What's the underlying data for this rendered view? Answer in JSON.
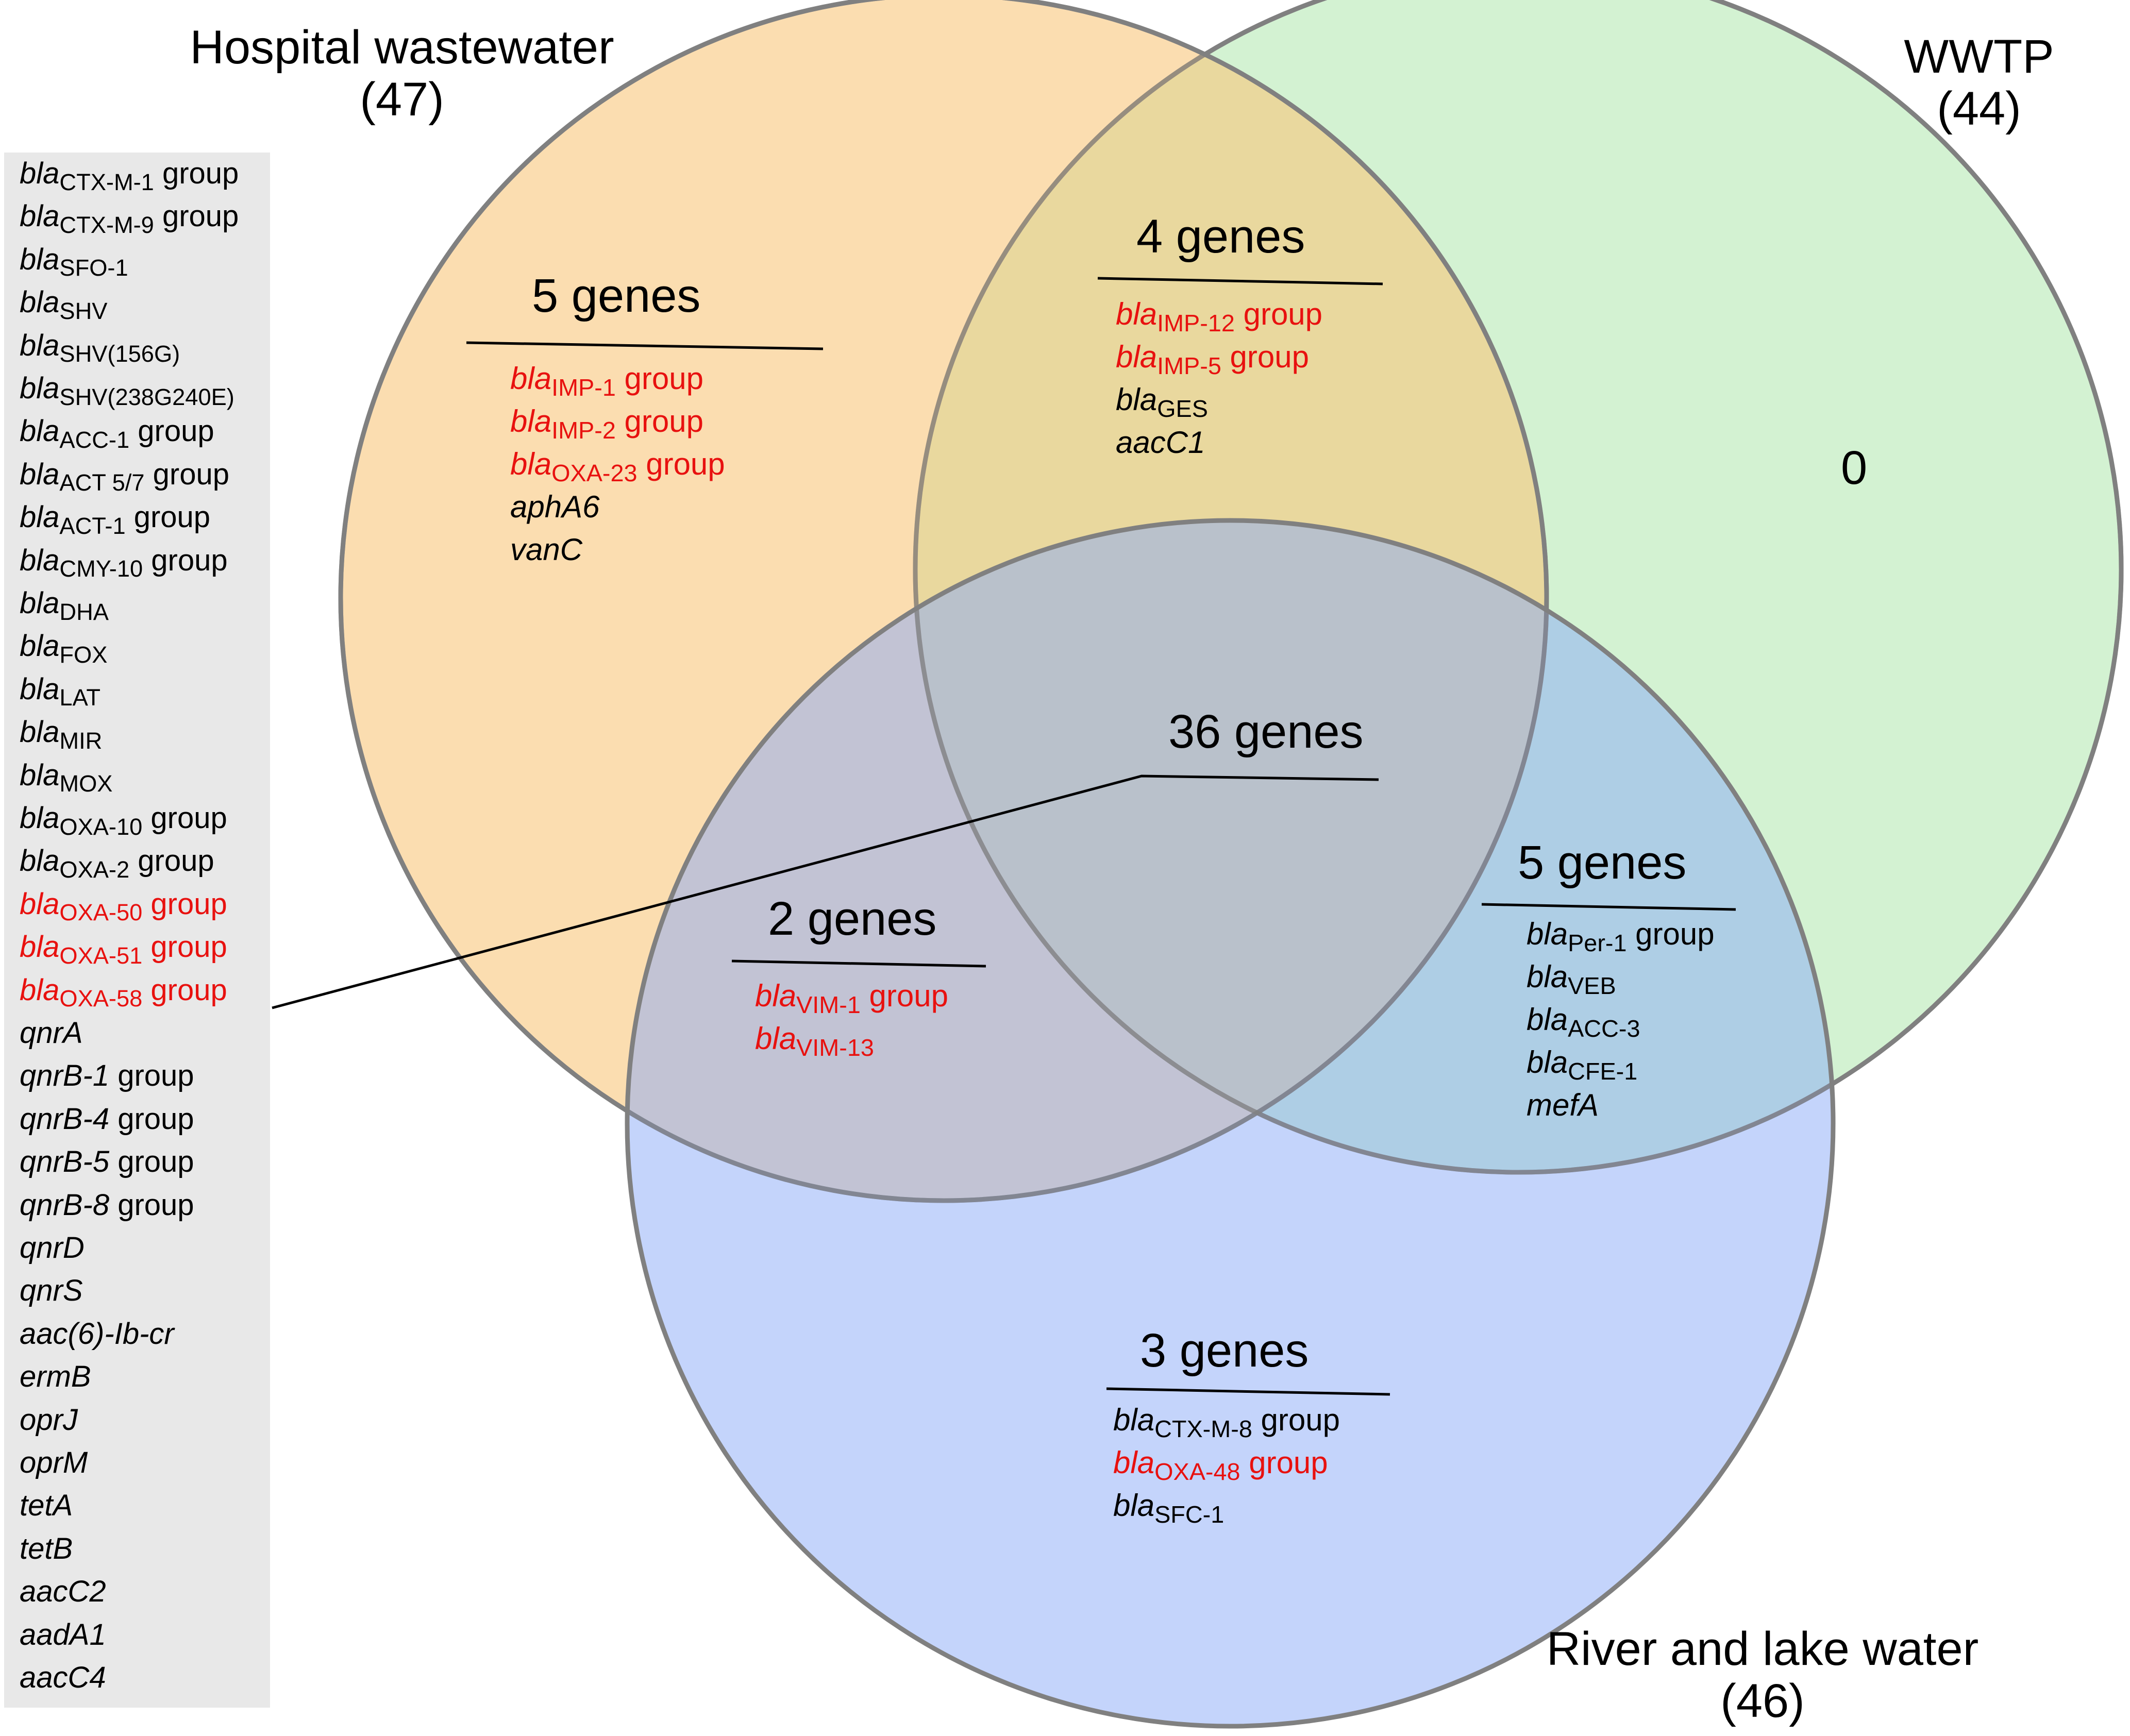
{
  "sets": {
    "hospital": {
      "name": "Hospital wastewater",
      "count": "(47)",
      "color": "#f9c77c"
    },
    "wwtp": {
      "name": "WWTP",
      "count": "(44)",
      "color": "#a8e6a5"
    },
    "river": {
      "name": "River and lake water",
      "count": "(46)",
      "color": "#8aaaf8"
    }
  },
  "colors": {
    "highlight": "#e8110f",
    "outline": "#808080",
    "sidebar_bg": "#e8e8e8"
  },
  "regions": {
    "hospital_only": {
      "heading": "5 genes",
      "genes": [
        {
          "base": "bla",
          "sub": "IMP-1",
          "suffix": " group",
          "red": true
        },
        {
          "base": "bla",
          "sub": "IMP-2",
          "suffix": " group",
          "red": true
        },
        {
          "base": "bla",
          "sub": "OXA-23",
          "suffix": " group",
          "red": true
        },
        {
          "base": "aphA6",
          "sub": "",
          "suffix": "",
          "red": false
        },
        {
          "base": "vanC",
          "sub": "",
          "suffix": "",
          "red": false
        }
      ]
    },
    "hospital_wwtp": {
      "heading": "4 genes",
      "genes": [
        {
          "base": "bla",
          "sub": "IMP-12",
          "suffix": " group",
          "red": true
        },
        {
          "base": "bla",
          "sub": "IMP-5",
          "suffix": " group",
          "red": true
        },
        {
          "base": "bla",
          "sub": "GES",
          "suffix": "",
          "red": false
        },
        {
          "base": "aacC1",
          "sub": "",
          "suffix": "",
          "red": false
        }
      ]
    },
    "wwtp_only": {
      "heading": "0"
    },
    "all_three": {
      "heading": "36 genes"
    },
    "hospital_river": {
      "heading": "2 genes",
      "genes": [
        {
          "base": "bla",
          "sub": "VIM-1",
          "suffix": " group",
          "red": true
        },
        {
          "base": "bla",
          "sub": "VIM-13",
          "suffix": "",
          "red": true
        }
      ]
    },
    "wwtp_river": {
      "heading": "5 genes",
      "genes": [
        {
          "base": "bla",
          "sub": "Per-1",
          "suffix": " group",
          "red": false
        },
        {
          "base": "bla",
          "sub": "VEB",
          "suffix": "",
          "red": false
        },
        {
          "base": "bla",
          "sub": "ACC-3",
          "suffix": "",
          "red": false
        },
        {
          "base": "bla",
          "sub": "CFE-1",
          "suffix": "",
          "red": false
        },
        {
          "base": "mefA",
          "sub": "",
          "suffix": "",
          "red": false
        }
      ]
    },
    "river_only": {
      "heading": "3 genes",
      "genes": [
        {
          "base": "bla",
          "sub": "CTX-M-8",
          "suffix": " group",
          "red": false
        },
        {
          "base": "bla",
          "sub": "OXA-48",
          "suffix": " group",
          "red": true
        },
        {
          "base": "bla",
          "sub": "SFC-1",
          "suffix": "",
          "red": false
        }
      ]
    }
  },
  "shared_list": [
    {
      "base": "bla",
      "sub": "CTX-M-1",
      "suffix": " group",
      "red": false
    },
    {
      "base": "bla",
      "sub": "CTX-M-9",
      "suffix": " group",
      "red": false
    },
    {
      "base": "bla",
      "sub": "SFO-1",
      "suffix": "",
      "red": false
    },
    {
      "base": "bla",
      "sub": "SHV",
      "suffix": "",
      "red": false
    },
    {
      "base": "bla",
      "sub": "SHV(156G)",
      "suffix": "",
      "red": false
    },
    {
      "base": "bla",
      "sub": "SHV(238G240E)",
      "suffix": "",
      "red": false
    },
    {
      "base": "bla",
      "sub": "ACC-1",
      "suffix": " group",
      "red": false
    },
    {
      "base": "bla",
      "sub": "ACT 5/7",
      "suffix": " group",
      "red": false
    },
    {
      "base": "bla",
      "sub": "ACT-1",
      "suffix": " group",
      "red": false
    },
    {
      "base": "bla",
      "sub": "CMY-10",
      "suffix": " group",
      "red": false
    },
    {
      "base": "bla",
      "sub": "DHA",
      "suffix": "",
      "red": false
    },
    {
      "base": "bla",
      "sub": "FOX",
      "suffix": "",
      "red": false
    },
    {
      "base": "bla",
      "sub": "LAT",
      "suffix": "",
      "red": false
    },
    {
      "base": "bla",
      "sub": "MIR",
      "suffix": "",
      "red": false
    },
    {
      "base": "bla",
      "sub": "MOX",
      "suffix": "",
      "red": false
    },
    {
      "base": "bla",
      "sub": "OXA-10",
      "suffix": " group",
      "red": false
    },
    {
      "base": "bla",
      "sub": "OXA-2",
      "suffix": " group",
      "red": false
    },
    {
      "base": "bla",
      "sub": "OXA-50",
      "suffix": " group",
      "red": true
    },
    {
      "base": "bla",
      "sub": "OXA-51",
      "suffix": " group",
      "red": true
    },
    {
      "base": "bla",
      "sub": "OXA-58",
      "suffix": " group",
      "red": true
    },
    {
      "base": "qnrA",
      "sub": "",
      "suffix": "",
      "red": false
    },
    {
      "base": "qnrB-1",
      "sub": "",
      "suffix": " group",
      "red": false
    },
    {
      "base": "qnrB-4",
      "sub": "",
      "suffix": " group",
      "red": false
    },
    {
      "base": "qnrB-5",
      "sub": "",
      "suffix": " group",
      "red": false
    },
    {
      "base": "qnrB-8",
      "sub": "",
      "suffix": " group",
      "red": false
    },
    {
      "base": "qnrD",
      "sub": "",
      "suffix": "",
      "red": false
    },
    {
      "base": "qnrS",
      "sub": "",
      "suffix": "",
      "red": false
    },
    {
      "base": "aac(6)-Ib-cr",
      "sub": "",
      "suffix": "",
      "red": false
    },
    {
      "base": "ermB",
      "sub": "",
      "suffix": "",
      "red": false
    },
    {
      "base": "oprJ",
      "sub": "",
      "suffix": "",
      "red": false
    },
    {
      "base": "oprM",
      "sub": "",
      "suffix": "",
      "red": false
    },
    {
      "base": "tetA",
      "sub": "",
      "suffix": "",
      "red": false
    },
    {
      "base": "tetB",
      "sub": "",
      "suffix": "",
      "red": false
    },
    {
      "base": "aacC2",
      "sub": "",
      "suffix": "",
      "red": false
    },
    {
      "base": "aadA1",
      "sub": "",
      "suffix": "",
      "red": false
    },
    {
      "base": "aacC4",
      "sub": "",
      "suffix": "",
      "red": false
    }
  ]
}
